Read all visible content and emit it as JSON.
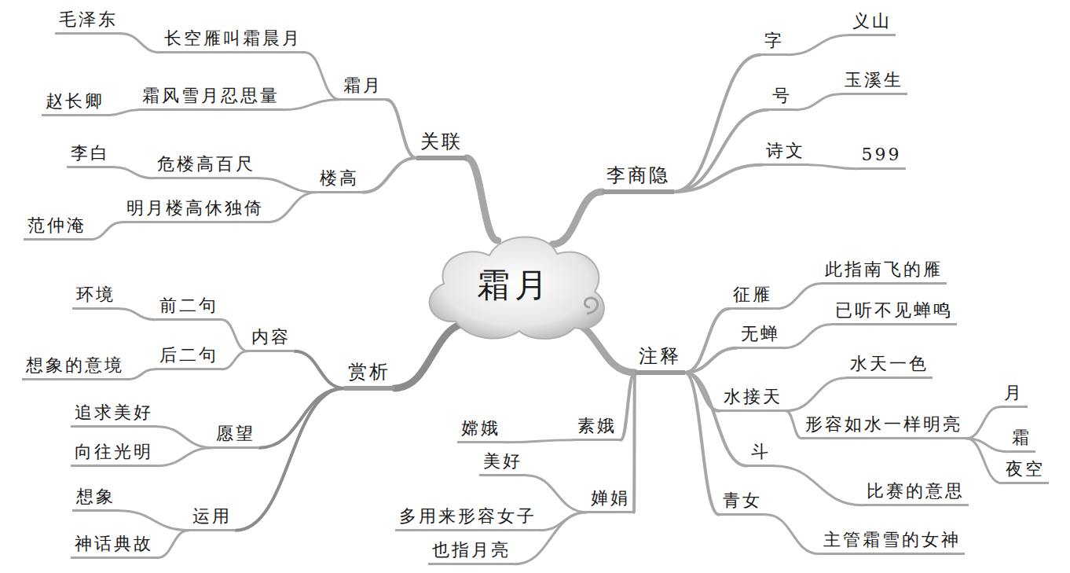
{
  "diagram": {
    "nodes": [
      {
        "text": [
          "霜月"
        ]
      },
      {
        "text": [
          "李商隐"
        ]
      },
      {
        "text": [
          "字"
        ]
      },
      {
        "text": [
          "义山"
        ]
      },
      {
        "text": [
          "号"
        ]
      },
      {
        "text": [
          "玉溪生"
        ]
      },
      {
        "text": [
          "诗文"
        ]
      },
      {
        "text": [
          "599"
        ]
      },
      {
        "text": [
          "关联"
        ]
      },
      {
        "text": [
          "霜月"
        ]
      },
      {
        "text": [
          "长空雁叫霜晨月"
        ]
      },
      {
        "text": [
          "毛泽东"
        ]
      },
      {
        "text": [
          "霜风雪月忍思量"
        ]
      },
      {
        "text": [
          "赵长卿"
        ]
      },
      {
        "text": [
          "楼高"
        ]
      },
      {
        "text": [
          "危楼高百尺"
        ]
      },
      {
        "text": [
          "李白"
        ]
      },
      {
        "text": [
          "明月楼高休独倚"
        ]
      },
      {
        "text": [
          "范仲淹"
        ]
      },
      {
        "text": [
          "赏析"
        ]
      },
      {
        "text": [
          "内容"
        ]
      },
      {
        "text": [
          "前二句"
        ]
      },
      {
        "text": [
          "环境"
        ]
      },
      {
        "text": [
          "后二句"
        ]
      },
      {
        "text": [
          "想象的意境"
        ]
      },
      {
        "text": [
          "愿望"
        ]
      },
      {
        "text": [
          "追求美好"
        ]
      },
      {
        "text": [
          "向往光明"
        ]
      },
      {
        "text": [
          "运用"
        ]
      },
      {
        "text": [
          "想象"
        ]
      },
      {
        "text": [
          "神话典故"
        ]
      },
      {
        "text": [
          "注释"
        ]
      },
      {
        "text": [
          "征雁"
        ]
      },
      {
        "text": [
          "此指南飞的雁"
        ]
      },
      {
        "text": [
          "无蝉"
        ]
      },
      {
        "text": [
          "已听不见蝉鸣"
        ]
      },
      {
        "text": [
          "水接天"
        ]
      },
      {
        "text": [
          "水天一色"
        ]
      },
      {
        "text": [
          "形容如水一样明亮"
        ]
      },
      {
        "text": [
          "月"
        ]
      },
      {
        "text": [
          "霜"
        ]
      },
      {
        "text": [
          "夜空"
        ]
      },
      {
        "text": [
          "斗"
        ]
      },
      {
        "text": [
          "比赛的意思"
        ]
      },
      {
        "text": [
          "青女"
        ]
      },
      {
        "text": [
          "主管霜雪的女神"
        ]
      },
      {
        "text": [
          "素娥"
        ]
      },
      {
        "text": [
          "嫦娥"
        ]
      },
      {
        "text": [
          "婵娟"
        ]
      },
      {
        "text": [
          "美好"
        ]
      },
      {
        "text": [
          "多用来形容女子"
        ]
      },
      {
        "text": [
          "也指月亮"
        ]
      }
    ],
    "edges": [
      {
        "from": 0,
        "to": 1,
        "arrow": "none"
      },
      {
        "from": 1,
        "to": 2,
        "arrow": "none"
      },
      {
        "from": 2,
        "to": 3,
        "arrow": "none"
      },
      {
        "from": 1,
        "to": 4,
        "arrow": "none"
      },
      {
        "from": 4,
        "to": 5,
        "arrow": "none"
      },
      {
        "from": 1,
        "to": 6,
        "arrow": "none"
      },
      {
        "from": 6,
        "to": 7,
        "arrow": "none"
      },
      {
        "from": 0,
        "to": 8,
        "arrow": "none"
      },
      {
        "from": 8,
        "to": 9,
        "arrow": "none"
      },
      {
        "from": 9,
        "to": 10,
        "arrow": "none"
      },
      {
        "from": 10,
        "to": 11,
        "arrow": "none"
      },
      {
        "from": 9,
        "to": 12,
        "arrow": "none"
      },
      {
        "from": 12,
        "to": 13,
        "arrow": "none"
      },
      {
        "from": 8,
        "to": 14,
        "arrow": "none"
      },
      {
        "from": 14,
        "to": 15,
        "arrow": "none"
      },
      {
        "from": 15,
        "to": 16,
        "arrow": "none"
      },
      {
        "from": 14,
        "to": 17,
        "arrow": "none"
      },
      {
        "from": 17,
        "to": 18,
        "arrow": "none"
      },
      {
        "from": 0,
        "to": 19,
        "arrow": "none"
      },
      {
        "from": 19,
        "to": 20,
        "arrow": "none"
      },
      {
        "from": 20,
        "to": 21,
        "arrow": "none"
      },
      {
        "from": 21,
        "to": 22,
        "arrow": "none"
      },
      {
        "from": 20,
        "to": 23,
        "arrow": "none"
      },
      {
        "from": 23,
        "to": 24,
        "arrow": "none"
      },
      {
        "from": 19,
        "to": 25,
        "arrow": "none"
      },
      {
        "from": 25,
        "to": 26,
        "arrow": "none"
      },
      {
        "from": 25,
        "to": 27,
        "arrow": "none"
      },
      {
        "from": 19,
        "to": 28,
        "arrow": "none"
      },
      {
        "from": 28,
        "to": 29,
        "arrow": "none"
      },
      {
        "from": 28,
        "to": 30,
        "arrow": "none"
      },
      {
        "from": 0,
        "to": 31,
        "arrow": "none"
      },
      {
        "from": 31,
        "to": 32,
        "arrow": "none"
      },
      {
        "from": 32,
        "to": 33,
        "arrow": "none"
      },
      {
        "from": 31,
        "to": 34,
        "arrow": "none"
      },
      {
        "from": 34,
        "to": 35,
        "arrow": "none"
      },
      {
        "from": 31,
        "to": 36,
        "arrow": "none"
      },
      {
        "from": 36,
        "to": 37,
        "arrow": "none"
      },
      {
        "from": 36,
        "to": 38,
        "arrow": "none"
      },
      {
        "from": 38,
        "to": 39,
        "arrow": "none"
      },
      {
        "from": 38,
        "to": 40,
        "arrow": "none"
      },
      {
        "from": 38,
        "to": 41,
        "arrow": "none"
      },
      {
        "from": 31,
        "to": 42,
        "arrow": "none"
      },
      {
        "from": 42,
        "to": 43,
        "arrow": "none"
      },
      {
        "from": 31,
        "to": 44,
        "arrow": "none"
      },
      {
        "from": 44,
        "to": 45,
        "arrow": "none"
      },
      {
        "from": 31,
        "to": 46,
        "arrow": "none"
      },
      {
        "from": 46,
        "to": 47,
        "arrow": "none"
      },
      {
        "from": 31,
        "to": 48,
        "arrow": "none"
      },
      {
        "from": 48,
        "to": 49,
        "arrow": "none"
      },
      {
        "from": 48,
        "to": 50,
        "arrow": "none"
      },
      {
        "from": 48,
        "to": 51,
        "arrow": "none"
      }
    ]
  }
}
